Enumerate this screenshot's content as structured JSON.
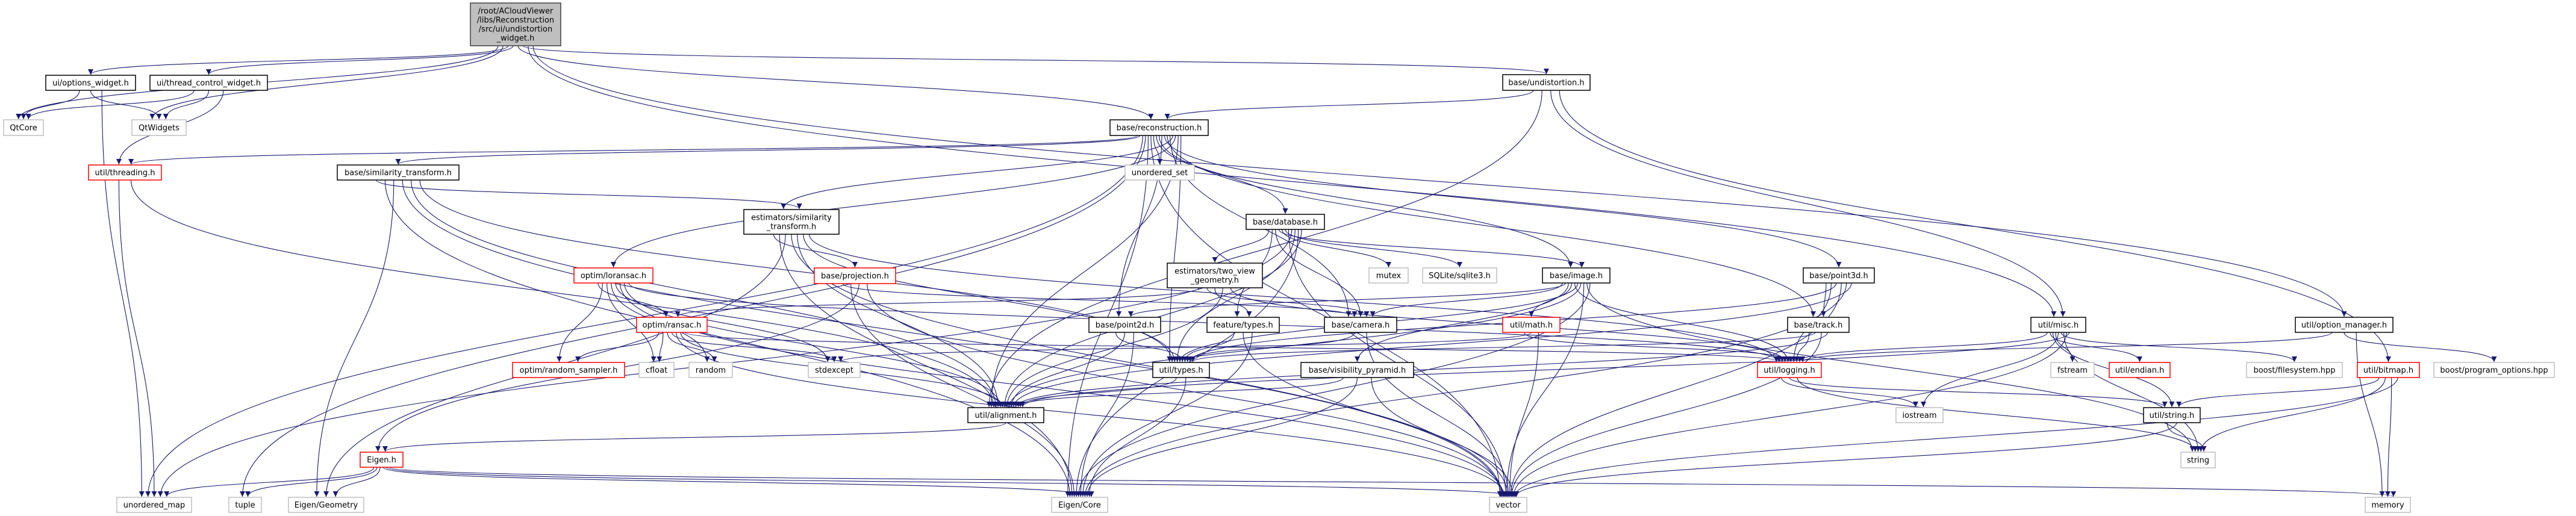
{
  "colors": {
    "edge": "#191970",
    "root_fill": "#bfbfbf",
    "root_border": "#404040",
    "documented_border": "#000000",
    "truncated_border": "#ff0000",
    "external_border": "#bfbfbf",
    "node_fill": "#ffffff"
  },
  "nodes": [
    {
      "id": "root",
      "label": [
        "/root/ACloudViewer",
        "/libs/Reconstruction",
        "/src/ui/undistortion",
        "_widget.h"
      ],
      "style": "root"
    },
    {
      "id": "options_widget",
      "label": [
        "ui/options_widget.h"
      ],
      "style": "documented"
    },
    {
      "id": "thread_control",
      "label": [
        "ui/thread_control_widget.h"
      ],
      "style": "documented"
    },
    {
      "id": "undistortion",
      "label": [
        "base/undistortion.h"
      ],
      "style": "documented"
    },
    {
      "id": "qtcore",
      "label": [
        "QtCore"
      ],
      "style": "external"
    },
    {
      "id": "qtwidgets",
      "label": [
        "QtWidgets"
      ],
      "style": "external"
    },
    {
      "id": "reconstruction",
      "label": [
        "base/reconstruction.h"
      ],
      "style": "documented"
    },
    {
      "id": "threading",
      "label": [
        "util/threading.h"
      ],
      "style": "truncated"
    },
    {
      "id": "similarity_transform",
      "label": [
        "base/similarity_transform.h"
      ],
      "style": "documented"
    },
    {
      "id": "unordered_set",
      "label": [
        "unordered_set"
      ],
      "style": "external"
    },
    {
      "id": "est_sim",
      "label": [
        "estimators/similarity",
        "_transform.h"
      ],
      "style": "documented"
    },
    {
      "id": "database",
      "label": [
        "base/database.h"
      ],
      "style": "documented"
    },
    {
      "id": "loransac",
      "label": [
        "optim/loransac.h"
      ],
      "style": "truncated"
    },
    {
      "id": "projection",
      "label": [
        "base/projection.h"
      ],
      "style": "truncated"
    },
    {
      "id": "two_view",
      "label": [
        "estimators/two_view",
        "_geometry.h"
      ],
      "style": "documented"
    },
    {
      "id": "mutex",
      "label": [
        "mutex"
      ],
      "style": "external"
    },
    {
      "id": "sqlite",
      "label": [
        "SQLite/sqlite3.h"
      ],
      "style": "external"
    },
    {
      "id": "image",
      "label": [
        "base/image.h"
      ],
      "style": "documented"
    },
    {
      "id": "point3d",
      "label": [
        "base/point3d.h"
      ],
      "style": "documented"
    },
    {
      "id": "ransac",
      "label": [
        "optim/ransac.h"
      ],
      "style": "truncated"
    },
    {
      "id": "point2d",
      "label": [
        "base/point2d.h"
      ],
      "style": "documented"
    },
    {
      "id": "feature_types",
      "label": [
        "feature/types.h"
      ],
      "style": "documented"
    },
    {
      "id": "camera",
      "label": [
        "base/camera.h"
      ],
      "style": "documented"
    },
    {
      "id": "math",
      "label": [
        "util/math.h"
      ],
      "style": "truncated"
    },
    {
      "id": "track",
      "label": [
        "base/track.h"
      ],
      "style": "documented"
    },
    {
      "id": "misc",
      "label": [
        "util/misc.h"
      ],
      "style": "documented"
    },
    {
      "id": "option_manager",
      "label": [
        "util/option_manager.h"
      ],
      "style": "documented"
    },
    {
      "id": "random_sampler",
      "label": [
        "optim/random_sampler.h"
      ],
      "style": "truncated"
    },
    {
      "id": "cfloat",
      "label": [
        "cfloat"
      ],
      "style": "external"
    },
    {
      "id": "random",
      "label": [
        "random"
      ],
      "style": "external"
    },
    {
      "id": "stdexcept",
      "label": [
        "stdexcept"
      ],
      "style": "external"
    },
    {
      "id": "types",
      "label": [
        "util/types.h"
      ],
      "style": "documented"
    },
    {
      "id": "visibility",
      "label": [
        "base/visibility_pyramid.h"
      ],
      "style": "documented"
    },
    {
      "id": "logging",
      "label": [
        "util/logging.h"
      ],
      "style": "truncated"
    },
    {
      "id": "fstream",
      "label": [
        "fstream"
      ],
      "style": "external"
    },
    {
      "id": "endian",
      "label": [
        "util/endian.h"
      ],
      "style": "truncated"
    },
    {
      "id": "boost_fs",
      "label": [
        "boost/filesystem.hpp"
      ],
      "style": "external"
    },
    {
      "id": "bitmap",
      "label": [
        "util/bitmap.h"
      ],
      "style": "truncated"
    },
    {
      "id": "boost_po",
      "label": [
        "boost/program_options.hpp"
      ],
      "style": "external"
    },
    {
      "id": "alignment",
      "label": [
        "util/alignment.h"
      ],
      "style": "documented"
    },
    {
      "id": "iostream",
      "label": [
        "iostream"
      ],
      "style": "external"
    },
    {
      "id": "util_string",
      "label": [
        "util/string.h"
      ],
      "style": "documented"
    },
    {
      "id": "eigen_h",
      "label": [
        "Eigen.h"
      ],
      "style": "truncated"
    },
    {
      "id": "string",
      "label": [
        "string"
      ],
      "style": "external"
    },
    {
      "id": "unordered_map",
      "label": [
        "unordered_map"
      ],
      "style": "external"
    },
    {
      "id": "tuple",
      "label": [
        "tuple"
      ],
      "style": "external"
    },
    {
      "id": "eigen_geometry",
      "label": [
        "Eigen/Geometry"
      ],
      "style": "external"
    },
    {
      "id": "eigen_core",
      "label": [
        "Eigen/Core"
      ],
      "style": "external"
    },
    {
      "id": "vector",
      "label": [
        "vector"
      ],
      "style": "external"
    },
    {
      "id": "memory",
      "label": [
        "memory"
      ],
      "style": "external"
    }
  ],
  "edges": [
    [
      "root",
      "qtcore"
    ],
    [
      "root",
      "qtwidgets"
    ],
    [
      "root",
      "options_widget"
    ],
    [
      "root",
      "thread_control"
    ],
    [
      "root",
      "reconstruction"
    ],
    [
      "root",
      "undistortion"
    ],
    [
      "root",
      "misc"
    ],
    [
      "root",
      "option_manager"
    ],
    [
      "options_widget",
      "qtcore"
    ],
    [
      "options_widget",
      "qtwidgets"
    ],
    [
      "options_widget",
      "unordered_map"
    ],
    [
      "thread_control",
      "qtcore"
    ],
    [
      "thread_control",
      "qtwidgets"
    ],
    [
      "thread_control",
      "threading"
    ],
    [
      "undistortion",
      "reconstruction"
    ],
    [
      "undistortion",
      "alignment"
    ],
    [
      "undistortion",
      "misc"
    ],
    [
      "undistortion",
      "bitmap"
    ],
    [
      "reconstruction",
      "threading"
    ],
    [
      "reconstruction",
      "similarity_transform"
    ],
    [
      "reconstruction",
      "unordered_map"
    ],
    [
      "reconstruction",
      "tuple"
    ],
    [
      "reconstruction",
      "eigen_core"
    ],
    [
      "reconstruction",
      "vector"
    ],
    [
      "reconstruction",
      "unordered_set"
    ],
    [
      "reconstruction",
      "database"
    ],
    [
      "reconstruction",
      "image"
    ],
    [
      "reconstruction",
      "point2d"
    ],
    [
      "reconstruction",
      "point3d"
    ],
    [
      "reconstruction",
      "track"
    ],
    [
      "reconstruction",
      "camera"
    ],
    [
      "reconstruction",
      "est_sim"
    ],
    [
      "reconstruction",
      "loransac"
    ],
    [
      "reconstruction",
      "alignment"
    ],
    [
      "reconstruction",
      "types"
    ],
    [
      "threading",
      "unordered_map"
    ],
    [
      "threading",
      "alignment"
    ],
    [
      "similarity_transform",
      "est_sim"
    ],
    [
      "similarity_transform",
      "eigen_core"
    ],
    [
      "similarity_transform",
      "eigen_geometry"
    ],
    [
      "similarity_transform",
      "vector"
    ],
    [
      "similarity_transform",
      "alignment"
    ],
    [
      "similarity_transform",
      "types"
    ],
    [
      "est_sim",
      "projection"
    ],
    [
      "est_sim",
      "eigen_core"
    ],
    [
      "est_sim",
      "eigen_geometry"
    ],
    [
      "est_sim",
      "vector"
    ],
    [
      "est_sim",
      "alignment"
    ],
    [
      "est_sim",
      "types"
    ],
    [
      "est_sim",
      "logging"
    ],
    [
      "projection",
      "camera"
    ],
    [
      "projection",
      "eigen_core"
    ],
    [
      "projection",
      "eigen_h"
    ],
    [
      "projection",
      "vector"
    ],
    [
      "loransac",
      "ransac"
    ],
    [
      "loransac",
      "random_sampler"
    ],
    [
      "loransac",
      "cfloat"
    ],
    [
      "loransac",
      "random"
    ],
    [
      "loransac",
      "stdexcept"
    ],
    [
      "loransac",
      "vector"
    ],
    [
      "loransac",
      "alignment"
    ],
    [
      "loransac",
      "logging"
    ],
    [
      "ransac",
      "random_sampler"
    ],
    [
      "ransac",
      "cfloat"
    ],
    [
      "ransac",
      "random"
    ],
    [
      "ransac",
      "stdexcept"
    ],
    [
      "ransac",
      "vector"
    ],
    [
      "ransac",
      "alignment"
    ],
    [
      "ransac",
      "logging"
    ],
    [
      "database",
      "two_view"
    ],
    [
      "database",
      "feature_types"
    ],
    [
      "database",
      "camera"
    ],
    [
      "database",
      "image"
    ],
    [
      "database",
      "mutex"
    ],
    [
      "database",
      "sqlite"
    ],
    [
      "database",
      "vector"
    ],
    [
      "database",
      "unordered_map"
    ],
    [
      "database",
      "types"
    ],
    [
      "database",
      "eigen_core"
    ],
    [
      "database",
      "alignment"
    ],
    [
      "two_view",
      "ransac"
    ],
    [
      "two_view",
      "camera"
    ],
    [
      "two_view",
      "feature_types"
    ],
    [
      "two_view",
      "alignment"
    ],
    [
      "two_view",
      "logging"
    ],
    [
      "image",
      "camera"
    ],
    [
      "image",
      "point2d"
    ],
    [
      "image",
      "visibility"
    ],
    [
      "image",
      "math"
    ],
    [
      "image",
      "logging"
    ],
    [
      "image",
      "types"
    ],
    [
      "image",
      "alignment"
    ],
    [
      "image",
      "vector"
    ],
    [
      "image",
      "string"
    ],
    [
      "image",
      "eigen_core"
    ],
    [
      "point2d",
      "types"
    ],
    [
      "point2d",
      "alignment"
    ],
    [
      "point2d",
      "eigen_core"
    ],
    [
      "feature_types",
      "types"
    ],
    [
      "feature_types",
      "vector"
    ],
    [
      "feature_types",
      "eigen_core"
    ],
    [
      "camera",
      "types"
    ],
    [
      "camera",
      "vector"
    ],
    [
      "math",
      "logging"
    ],
    [
      "math",
      "stdexcept"
    ],
    [
      "math",
      "vector"
    ],
    [
      "point3d",
      "track"
    ],
    [
      "point3d",
      "logging"
    ],
    [
      "point3d",
      "types"
    ],
    [
      "point3d",
      "vector"
    ],
    [
      "point3d",
      "eigen_core"
    ],
    [
      "point3d",
      "alignment"
    ],
    [
      "track",
      "logging"
    ],
    [
      "track",
      "types"
    ],
    [
      "track",
      "vector"
    ],
    [
      "track",
      "alignment"
    ],
    [
      "visibility",
      "alignment"
    ],
    [
      "visibility",
      "eigen_core"
    ],
    [
      "visibility",
      "vector"
    ],
    [
      "types",
      "alignment"
    ],
    [
      "types",
      "eigen_core"
    ],
    [
      "logging",
      "iostream"
    ],
    [
      "logging",
      "util_string"
    ],
    [
      "logging",
      "string"
    ],
    [
      "misc",
      "logging"
    ],
    [
      "misc",
      "endian"
    ],
    [
      "misc",
      "util_string"
    ],
    [
      "misc",
      "fstream"
    ],
    [
      "misc",
      "iostream"
    ],
    [
      "misc",
      "boost_fs"
    ],
    [
      "misc",
      "string"
    ],
    [
      "misc",
      "vector"
    ],
    [
      "misc",
      "alignment"
    ],
    [
      "option_manager",
      "logging"
    ],
    [
      "option_manager",
      "boost_po"
    ],
    [
      "option_manager",
      "memory"
    ],
    [
      "bitmap",
      "util_string"
    ],
    [
      "bitmap",
      "string"
    ],
    [
      "bitmap",
      "memory"
    ],
    [
      "bitmap",
      "vector"
    ],
    [
      "util_string",
      "string"
    ],
    [
      "util_string",
      "vector"
    ],
    [
      "alignment",
      "eigen_h"
    ],
    [
      "eigen_h",
      "unordered_map"
    ],
    [
      "eigen_h",
      "tuple"
    ],
    [
      "eigen_h",
      "eigen_geometry"
    ],
    [
      "eigen_h",
      "eigen_core"
    ],
    [
      "eigen_h",
      "vector"
    ],
    [
      "eigen_h",
      "memory"
    ]
  ]
}
